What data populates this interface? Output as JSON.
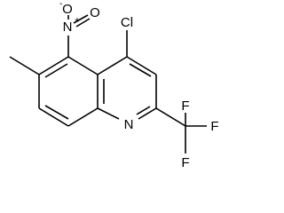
{
  "molecule": {
    "atoms": {
      "chlorine": "Cl",
      "nitro_nitrogen": "N",
      "nitro_nitrogen_charge": "+",
      "nitro_oxygen_top": "O",
      "nitro_oxygen_top_charge": "-",
      "nitro_oxygen_double": "O",
      "ring_nitrogen": "N",
      "fluorine_1": "F",
      "fluorine_2": "F",
      "fluorine_3": "F"
    },
    "colors": {
      "bond": "#000000",
      "label": "#000000",
      "background": "#ffffff"
    }
  }
}
